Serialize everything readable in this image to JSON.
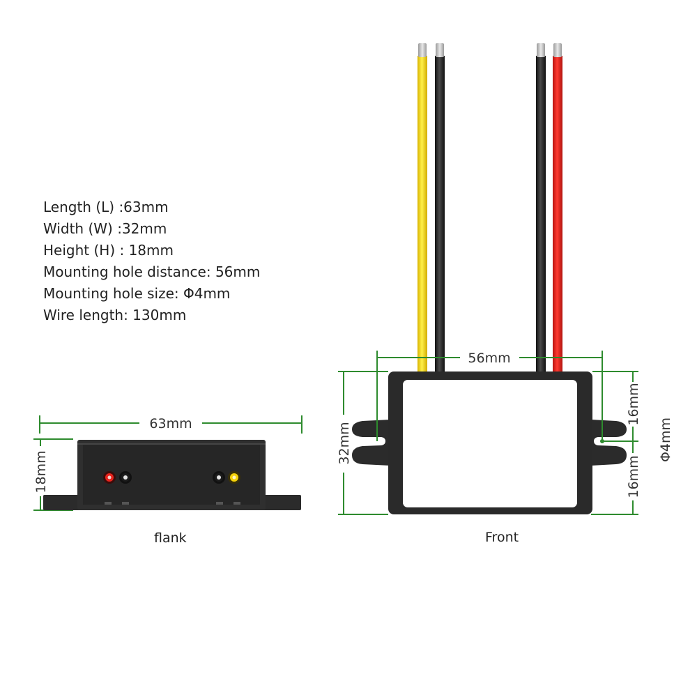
{
  "specs": {
    "length": "Length (L) :63mm",
    "width": "Width (W) :32mm",
    "height": "Height (H) : 18mm",
    "hole_distance": "Mounting hole distance: 56mm",
    "hole_size": "Mounting hole size: Φ4mm",
    "wire_length": "Wire length: 130mm"
  },
  "flank": {
    "caption": "flank",
    "length_label": "63mm",
    "height_label": "18mm"
  },
  "front": {
    "caption": "Front",
    "hole_distance_label": "56mm",
    "width_label": "32mm",
    "upper_offset_label": "16mm",
    "lower_offset_label": "16mm",
    "hole_label": "Φ4mm"
  },
  "colors": {
    "dimension_line": "#2e8b2e",
    "housing": "#2b2b2b",
    "wire_yellow": "#f5d20a",
    "wire_black": "#222222",
    "wire_red": "#e8231c"
  }
}
